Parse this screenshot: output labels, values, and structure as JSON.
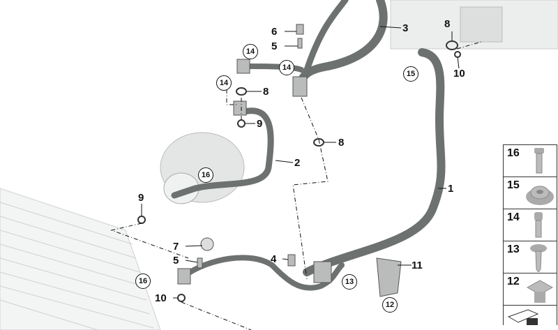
{
  "callouts": [
    {
      "label": "3"
    },
    {
      "label": "6"
    },
    {
      "label": "5"
    },
    {
      "label": "8"
    },
    {
      "label": "10"
    },
    {
      "label": "8"
    },
    {
      "label": "9"
    },
    {
      "label": "8"
    },
    {
      "label": "2"
    },
    {
      "label": "1"
    },
    {
      "label": "9"
    },
    {
      "label": "7"
    },
    {
      "label": "5"
    },
    {
      "label": "4"
    },
    {
      "label": "11"
    },
    {
      "label": "10"
    }
  ],
  "circled_callouts": [
    {
      "label": "14"
    },
    {
      "label": "14"
    },
    {
      "label": "14"
    },
    {
      "label": "15"
    },
    {
      "label": "16"
    },
    {
      "label": "16"
    },
    {
      "label": "13"
    },
    {
      "label": "12"
    }
  ],
  "legend": [
    {
      "label": "16",
      "icon": "flange-bolt-icon"
    },
    {
      "label": "15",
      "icon": "hex-flange-nut-icon"
    },
    {
      "label": "14",
      "icon": "socket-bolt-icon"
    },
    {
      "label": "13",
      "icon": "washer-screw-icon"
    },
    {
      "label": "12",
      "icon": "clip-nut-icon"
    },
    {
      "label": "",
      "icon": "bracket-icon"
    }
  ],
  "colors": {
    "hose": "#6d716f",
    "hose_dark": "#4b4f4d",
    "part": "#b9bcbb",
    "line": "#111111"
  }
}
